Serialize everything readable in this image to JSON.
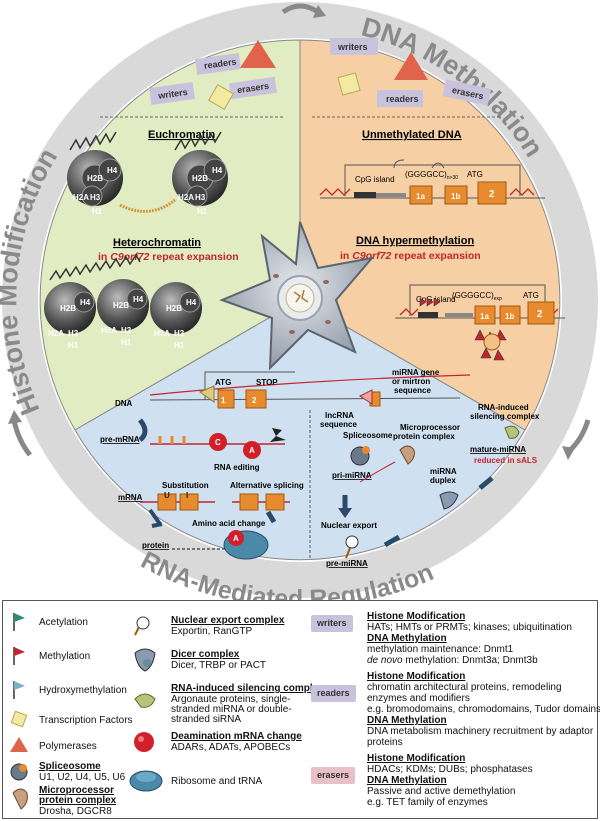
{
  "diagram": {
    "quadrants": {
      "histone": {
        "title": "Histone Modification",
        "color": "#e1ecc2"
      },
      "dna": {
        "title": "DNA Methylation",
        "color": "#f6cfa4"
      },
      "rna": {
        "title": "RNA-Mediated Regulation",
        "color": "#cfe0f0"
      }
    },
    "tags": {
      "writers": "writers",
      "readers": "readers",
      "erasers": "erasers"
    },
    "histone_panel": {
      "euchromatin": "Euchromatin",
      "heterochromatin": "Heterochromatin",
      "repeat_prefix": "in",
      "gene": "C9orf72",
      "repeat_suffix": "repeat expansion",
      "h2b": "H2B",
      "h4": "H4",
      "h2a": "H2A",
      "h3": "H3",
      "h1": "H1"
    },
    "dna_panel": {
      "unmethylated": "Unmethylated DNA",
      "hyper": "DNA hypermethylation",
      "repeat_prefix": "in",
      "gene": "C9orf72",
      "repeat_suffix": "repeat expansion",
      "cpg": "CpG island",
      "repeat": "(GGGGCC)",
      "repeat_sub1": "n>30",
      "repeat_sub2": "exp",
      "atg": "ATG",
      "exon1a": "1a",
      "exon1b": "1b",
      "exon2": "2"
    },
    "rna_panel": {
      "atg": "ATG",
      "stop": "STOP",
      "exon1": "1",
      "exon2": "2",
      "dna": "DNA",
      "mirna_gene_l1": "miRNA gene",
      "mirna_gene_l2": "or mirtron",
      "mirna_gene_l3": "sequence",
      "lncrna_l1": "lncRNA",
      "lncrna_l2": "sequence",
      "premrna": "pre-mRNA",
      "rna_editing": "RNA editing",
      "c": "C",
      "a": "A",
      "u": "U",
      "i": "I",
      "substitution": "Substitution",
      "alt_splicing": "Alternative splicing",
      "mrna": "mRNA",
      "aa_change": "Amino acid change",
      "protein": "protein",
      "spliceosome": "Spliceosome",
      "micro_l1": "Microprocessor",
      "micro_l2": "protein complex",
      "primirna": "pri-miRNA",
      "nuclear_export": "Nuclear export",
      "premirna": "pre-miRNA",
      "mirna_l1": "miRNA",
      "mirna_l2": "duplex",
      "risc_l1": "RNA-induced",
      "risc_l2": "silencing complex",
      "mature": "mature-miRNA",
      "reduced": "reduced in sALS"
    }
  },
  "legend": {
    "col1": [
      {
        "name": "acetylation",
        "label": "Acetylation"
      },
      {
        "name": "methylation",
        "label": "Methylation"
      },
      {
        "name": "hydroxymethylation",
        "label": "Hydroxymethylation"
      },
      {
        "name": "transcription-factors",
        "label": "Transcription Factors"
      },
      {
        "name": "polymerases",
        "label": "Polymerases"
      }
    ],
    "spliceosome": {
      "title": "Spliceosome",
      "text": "U1, U2, U4, U5, U6"
    },
    "microprocessor": {
      "title_l1": "Microprocessor",
      "title_l2": "protein complex",
      "text": "Drosha, DGCR8"
    },
    "col2": {
      "nuclear_export": {
        "title": "Nuclear export complex",
        "text": "Exportin, RanGTP"
      },
      "dicer": {
        "title": "Dicer complex",
        "text": "Dicer, TRBP or PACT"
      },
      "risc": {
        "title": "RNA-induced silencing complex",
        "l1": "Argonaute proteins, single-",
        "l2": "stranded miRNA or double-",
        "l3": "stranded siRNA"
      },
      "deamination": {
        "title": "Deamination mRNA change",
        "text": "ADARs, ADATs, APOBECs"
      },
      "ribosome": {
        "text": "Ribosome and tRNA"
      }
    },
    "col3": {
      "writers": {
        "tag": "writers",
        "h_title": "Histone Modification",
        "h_text": "HATs; HMTs or PRMTs; kinases; ubiquitination",
        "d_title": "DNA Methylation",
        "d_l1": "methylation maintenance: Dnmt1",
        "d_l2_i": "de novo",
        "d_l2": " methylation: Dnmt3a; Dnmt3b"
      },
      "readers": {
        "tag": "readers",
        "h_title": "Histone Modification",
        "h_l1": "chromatin architectural proteins, remodeling",
        "h_l2": "enzymes and modifiers",
        "h_l3": "e.g. bromodomains, chromodomains, Tudor domains",
        "d_title": "DNA Methylation",
        "d_l1": "DNA metabolism machinery recruitment by adaptor",
        "d_l2": "proteins"
      },
      "erasers": {
        "tag": "erasers",
        "h_title": "Histone Modification",
        "h_text": "HDACs; KDMs; DUBs; phosphatases",
        "d_title": "DNA Methylation",
        "d_l1": "Passive and active demethylation",
        "d_l2": "e.g. TET family of enzymes"
      }
    }
  }
}
